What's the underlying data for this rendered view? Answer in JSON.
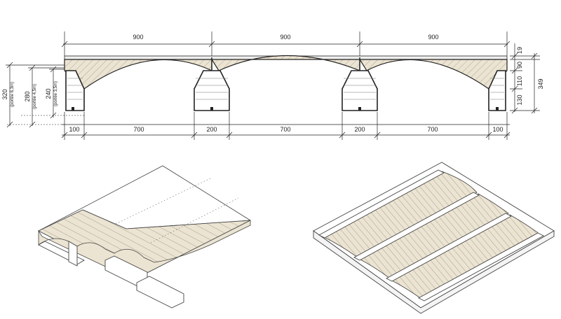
{
  "section": {
    "top_spans": [
      "900",
      "900",
      "900"
    ],
    "bottom_spans": [
      "100",
      "700",
      "200",
      "700",
      "200",
      "700",
      "100"
    ],
    "right_dims": {
      "slab": "19",
      "arch_top": "90",
      "arch_mid": "110",
      "beam_bottom": "130",
      "total": "349"
    },
    "left_dims": [
      {
        "value": "320",
        "note": "(portée 6,3m)"
      },
      {
        "value": "280",
        "note": "(portée 4,5m)"
      },
      {
        "value": "240",
        "note": "(portée 3,5m)"
      }
    ]
  },
  "colors": {
    "vault_fill": "#ece4d2",
    "slab_fill": "#efefef",
    "line": "#222222",
    "hatch": "#8a8070"
  }
}
